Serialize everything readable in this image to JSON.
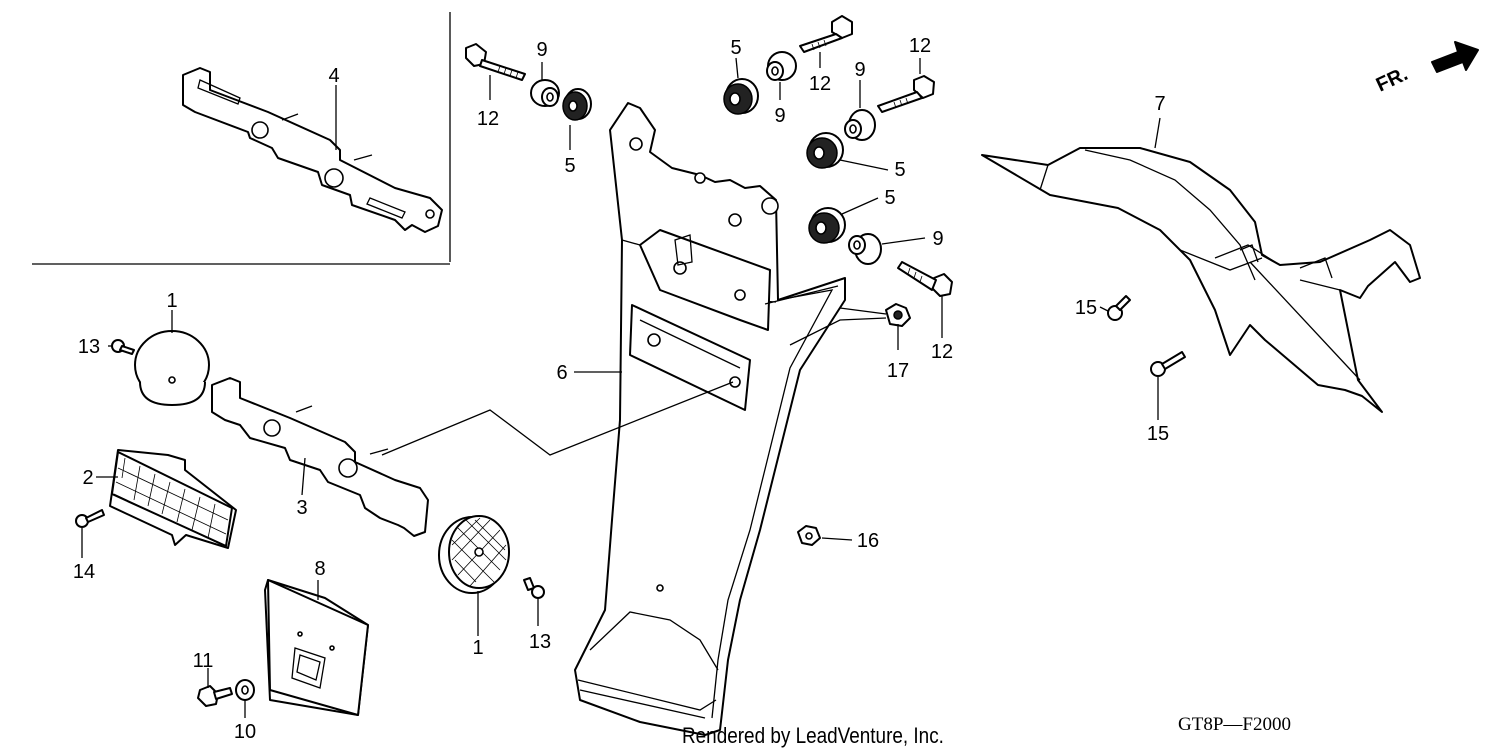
{
  "diagram": {
    "callouts": {
      "c1a": "1",
      "c1b": "1",
      "c2": "2",
      "c3": "3",
      "c4": "4",
      "c5a": "5",
      "c5b": "5",
      "c5c": "5",
      "c5d": "5",
      "c6": "6",
      "c7": "7",
      "c8": "8",
      "c9a": "9",
      "c9b": "9",
      "c9c": "9",
      "c9d": "9",
      "c10": "10",
      "c11": "11",
      "c12a": "12",
      "c12b": "12",
      "c12c": "12",
      "c12d": "12",
      "c13a": "13",
      "c13b": "13",
      "c14": "14",
      "c15a": "15",
      "c15b": "15",
      "c16": "16",
      "c17": "17"
    },
    "direction_label": "FR.",
    "credit": "Rendered by LeadVenture, Inc.",
    "drawing_code": "GT8P—F2000"
  }
}
